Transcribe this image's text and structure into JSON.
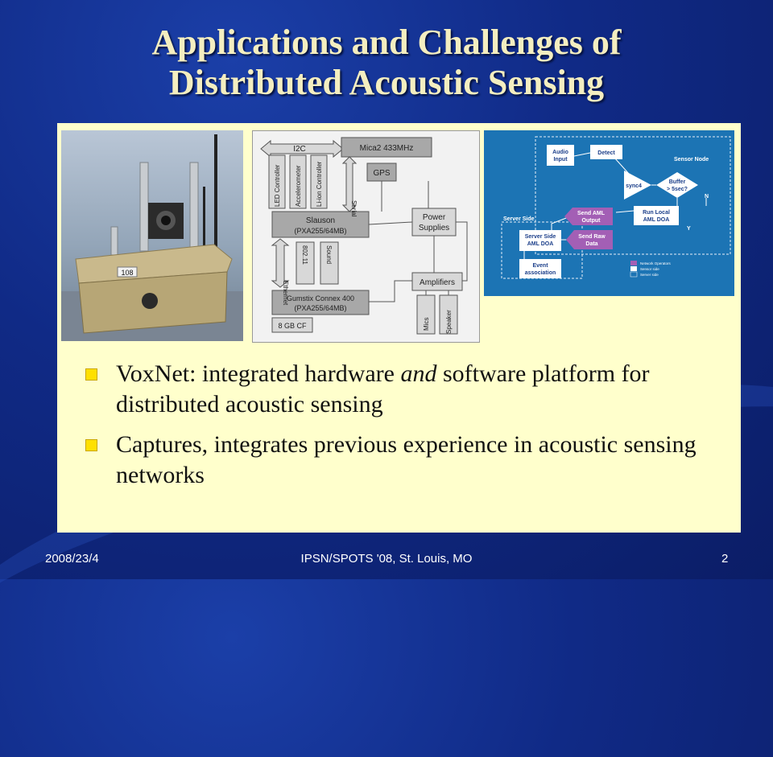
{
  "title_line1": "Applications and Challenges of",
  "title_line2": "Distributed Acoustic Sensing",
  "photo": {
    "tag": "108"
  },
  "block_diagram": {
    "i2c": "I2C",
    "led": "LED Controller",
    "accel": "Accelerometer",
    "liion": "Li-ion Controller",
    "mica": "Mica2 433MHz",
    "gps": "GPS",
    "serial": "Serial",
    "slauson1": "Slauson",
    "slauson2": "(PXA255/64MB)",
    "power1": "Power",
    "power2": "Supplies",
    "ethernet": "Ethernet",
    "wifi": "802.11",
    "sound": "Sound",
    "amplifiers": "Amplifiers",
    "gumstix1": "Gumstix Connex 400",
    "gumstix2": "(PXA255/64MB)",
    "cf": "8 GB CF",
    "mics": "Mics",
    "speaker": "Speaker"
  },
  "flow_diagram": {
    "audio1": "Audio",
    "audio2": "Input",
    "detect": "Detect",
    "sensor_node": "Sensor Node",
    "sync": "sync4",
    "buffer1": "Buffer",
    "buffer2": "> 5sec?",
    "n": "N",
    "y": "Y",
    "send_aml1": "Send AML",
    "send_aml2": "Output",
    "run_local1": "Run Local",
    "run_local2": "AML DOA",
    "server_side": "Server Side",
    "server_aml1": "Server Side",
    "server_aml2": "AML DOA",
    "send_raw1": "Send Raw",
    "send_raw2": "Data",
    "event1": "Event",
    "event2": "association",
    "legend1": "Network Operators",
    "legend2": "Sensor side",
    "legend3": "Server side",
    "colors": {
      "bg": "#1c74b4",
      "node": "#a35fb5",
      "box": "#ffffff"
    }
  },
  "bullets": [
    {
      "pre": "VoxNet: integrated hardware ",
      "em": "and",
      "post": " software platform for distributed acoustic sensing"
    },
    {
      "pre": "Captures, integrates previous experience in acoustic sensing networks",
      "em": "",
      "post": ""
    }
  ],
  "footer": {
    "date": "2008/23/4",
    "venue": "IPSN/SPOTS '08, St. Louis, MO",
    "page": "2"
  },
  "colors": {
    "title": "#f4eec0",
    "panel": "#ffffcc",
    "bullet": "#ffe000"
  }
}
